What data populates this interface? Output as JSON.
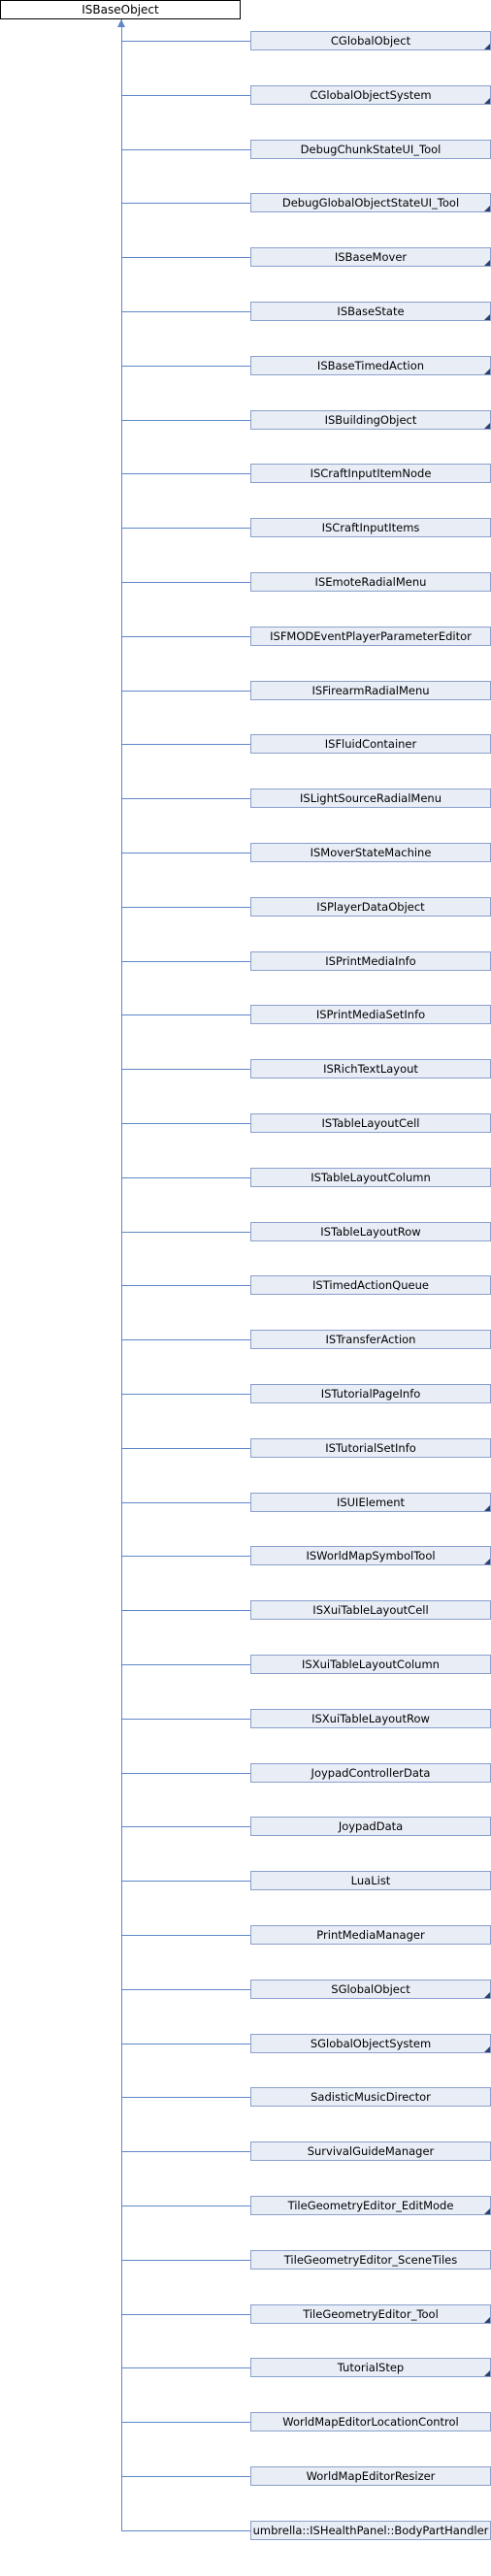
{
  "diagram": {
    "root": {
      "label": "ISBaseObject"
    },
    "children": [
      {
        "label": "CGlobalObject",
        "has_more": true
      },
      {
        "label": "CGlobalObjectSystem",
        "has_more": true
      },
      {
        "label": "DebugChunkStateUI_Tool",
        "has_more": false
      },
      {
        "label": "DebugGlobalObjectStateUI_Tool",
        "has_more": true
      },
      {
        "label": "ISBaseMover",
        "has_more": true
      },
      {
        "label": "ISBaseState",
        "has_more": true
      },
      {
        "label": "ISBaseTimedAction",
        "has_more": true
      },
      {
        "label": "ISBuildingObject",
        "has_more": true
      },
      {
        "label": "ISCraftInputItemNode",
        "has_more": false
      },
      {
        "label": "ISCraftInputItems",
        "has_more": false
      },
      {
        "label": "ISEmoteRadialMenu",
        "has_more": false
      },
      {
        "label": "ISFMODEventPlayerParameterEditor",
        "has_more": false
      },
      {
        "label": "ISFirearmRadialMenu",
        "has_more": false
      },
      {
        "label": "ISFluidContainer",
        "has_more": false
      },
      {
        "label": "ISLightSourceRadialMenu",
        "has_more": false
      },
      {
        "label": "ISMoverStateMachine",
        "has_more": false
      },
      {
        "label": "ISPlayerDataObject",
        "has_more": false
      },
      {
        "label": "ISPrintMediaInfo",
        "has_more": false
      },
      {
        "label": "ISPrintMediaSetInfo",
        "has_more": false
      },
      {
        "label": "ISRichTextLayout",
        "has_more": false
      },
      {
        "label": "ISTableLayoutCell",
        "has_more": false
      },
      {
        "label": "ISTableLayoutColumn",
        "has_more": false
      },
      {
        "label": "ISTableLayoutRow",
        "has_more": false
      },
      {
        "label": "ISTimedActionQueue",
        "has_more": false
      },
      {
        "label": "ISTransferAction",
        "has_more": false
      },
      {
        "label": "ISTutorialPageInfo",
        "has_more": false
      },
      {
        "label": "ISTutorialSetInfo",
        "has_more": false
      },
      {
        "label": "ISUIElement",
        "has_more": true
      },
      {
        "label": "ISWorldMapSymbolTool",
        "has_more": true
      },
      {
        "label": "ISXuiTableLayoutCell",
        "has_more": false
      },
      {
        "label": "ISXuiTableLayoutColumn",
        "has_more": false
      },
      {
        "label": "ISXuiTableLayoutRow",
        "has_more": false
      },
      {
        "label": "JoypadControllerData",
        "has_more": false
      },
      {
        "label": "JoypadData",
        "has_more": false
      },
      {
        "label": "LuaList",
        "has_more": false
      },
      {
        "label": "PrintMediaManager",
        "has_more": false
      },
      {
        "label": "SGlobalObject",
        "has_more": true
      },
      {
        "label": "SGlobalObjectSystem",
        "has_more": true
      },
      {
        "label": "SadisticMusicDirector",
        "has_more": false
      },
      {
        "label": "SurvivalGuideManager",
        "has_more": false
      },
      {
        "label": "TileGeometryEditor_EditMode",
        "has_more": true
      },
      {
        "label": "TileGeometryEditor_SceneTiles",
        "has_more": false
      },
      {
        "label": "TileGeometryEditor_Tool",
        "has_more": true
      },
      {
        "label": "TutorialStep",
        "has_more": true
      },
      {
        "label": "WorldMapEditorLocationControl",
        "has_more": false
      },
      {
        "label": "WorldMapEditorResizer",
        "has_more": false
      },
      {
        "label": "umbrella::ISHealthPanel::BodyPartHandler",
        "has_more": false
      }
    ]
  },
  "colors": {
    "connector": "#5f87c8",
    "child_fill": "#e8edf6",
    "child_border": "#8aa0cc",
    "root_border": "#000000"
  }
}
